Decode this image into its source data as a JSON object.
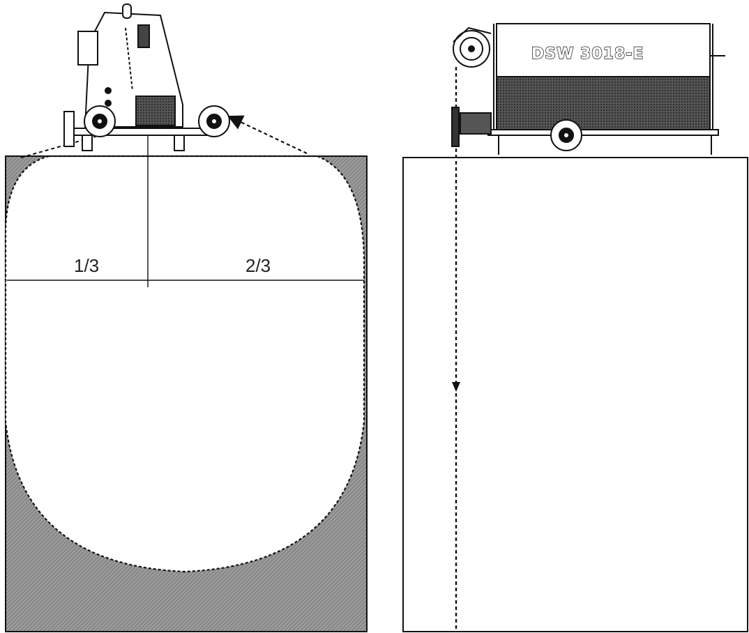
{
  "left_view": {
    "dimension_left": "1/3",
    "dimension_right": "2/3"
  },
  "right_view": {
    "machine_model": "DSW 3018-E"
  },
  "colors": {
    "line": "#111111",
    "hatch": "#8a8a8a",
    "fill_dark": "#9b9b9b",
    "background": "#ffffff"
  }
}
